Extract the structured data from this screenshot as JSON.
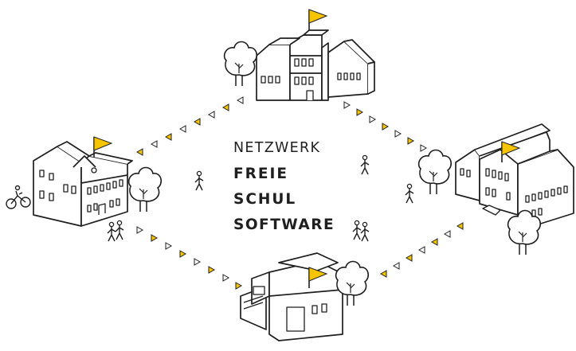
{
  "logo": {
    "line1": "NETZWERK",
    "line2": "FREIE",
    "line3": "SCHUL",
    "line4": "SOFTWARE"
  },
  "colors": {
    "flag": "#f6c400",
    "stroke": "#1f1f1f",
    "background": "#ffffff"
  },
  "icons": [
    "school-building-icon",
    "tree-icon",
    "flag-icon",
    "bicycle-icon",
    "person-icon",
    "connection-dots-icon"
  ]
}
